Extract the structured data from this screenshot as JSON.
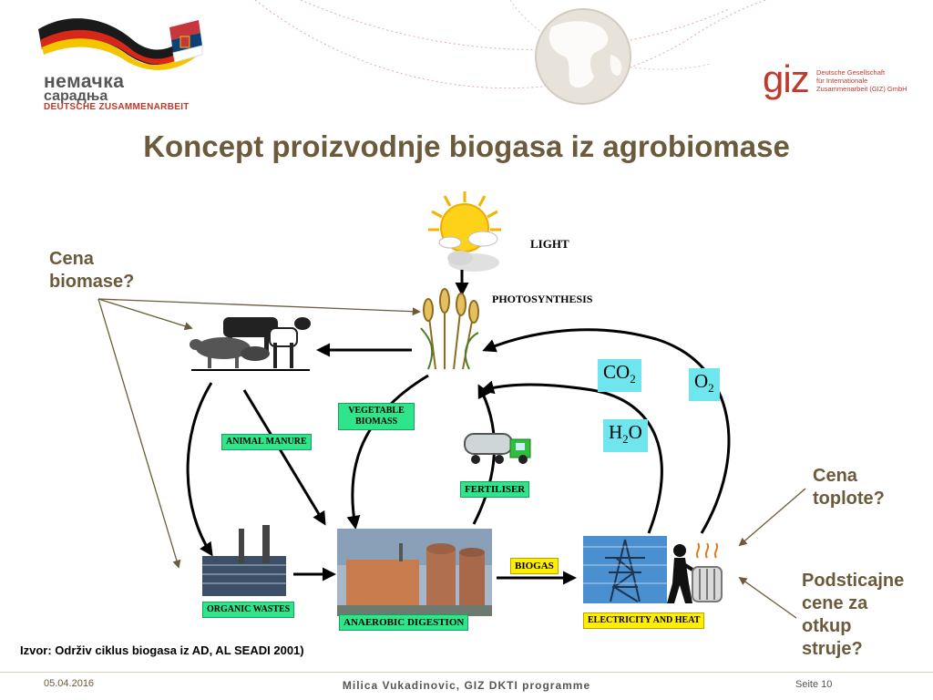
{
  "logo_left": {
    "line1": "немачка",
    "line2": "сарадња",
    "line3": "DEUTSCHE ZUSAMMENARBEIT"
  },
  "logo_right": {
    "word": "giz",
    "line1": "Deutsche Gesellschaft",
    "line2": "für Internationale",
    "line3": "Zusammenarbeit (GIZ) GmbH"
  },
  "title": "Koncept proizvodnje biogasa iz agrobiomase",
  "diagram": {
    "light": "LIGHT",
    "photosynthesis": "PHOTOSYNTHESIS",
    "co2": "CO",
    "co2_sub": "2",
    "o2": "O",
    "o2_sub": "2",
    "h2o_h": "H",
    "h2o_sub": "2",
    "h2o_o": "O",
    "vegetable_biomass": "VEGETABLE BIOMASS",
    "animal_manure": "ANIMAL MANURE",
    "fertiliser": "FERTILISER",
    "biogas": "BIOGAS",
    "organic_wastes": "ORGANIC WASTES",
    "anaerobic_digestion": "ANAEROBIC DIGESTION",
    "electricity_and_heat": "ELECTRICITY AND HEAT"
  },
  "questions": {
    "biomass_l1": "Cena",
    "biomass_l2": "biomase?",
    "heat_l1": "Cena",
    "heat_l2": "toplote?",
    "power_l1": "Podsticajne",
    "power_l2": "cene za",
    "power_l3": "otkup",
    "power_l4": "struje?"
  },
  "source": "Izvor: Održiv ciklus biogasa iz AD, AL SEADI 2001)",
  "footer": {
    "date": "05.04.2016",
    "author": "Milica Vukadinovic, GIZ DKTI programme",
    "page": "Seite 10"
  },
  "colors": {
    "title": "#6b5a3b",
    "green_box": "#2ee58a",
    "yellow_box": "#ffee00",
    "cyan_box": "#6fe6ee",
    "giz_red": "#c0392b"
  }
}
